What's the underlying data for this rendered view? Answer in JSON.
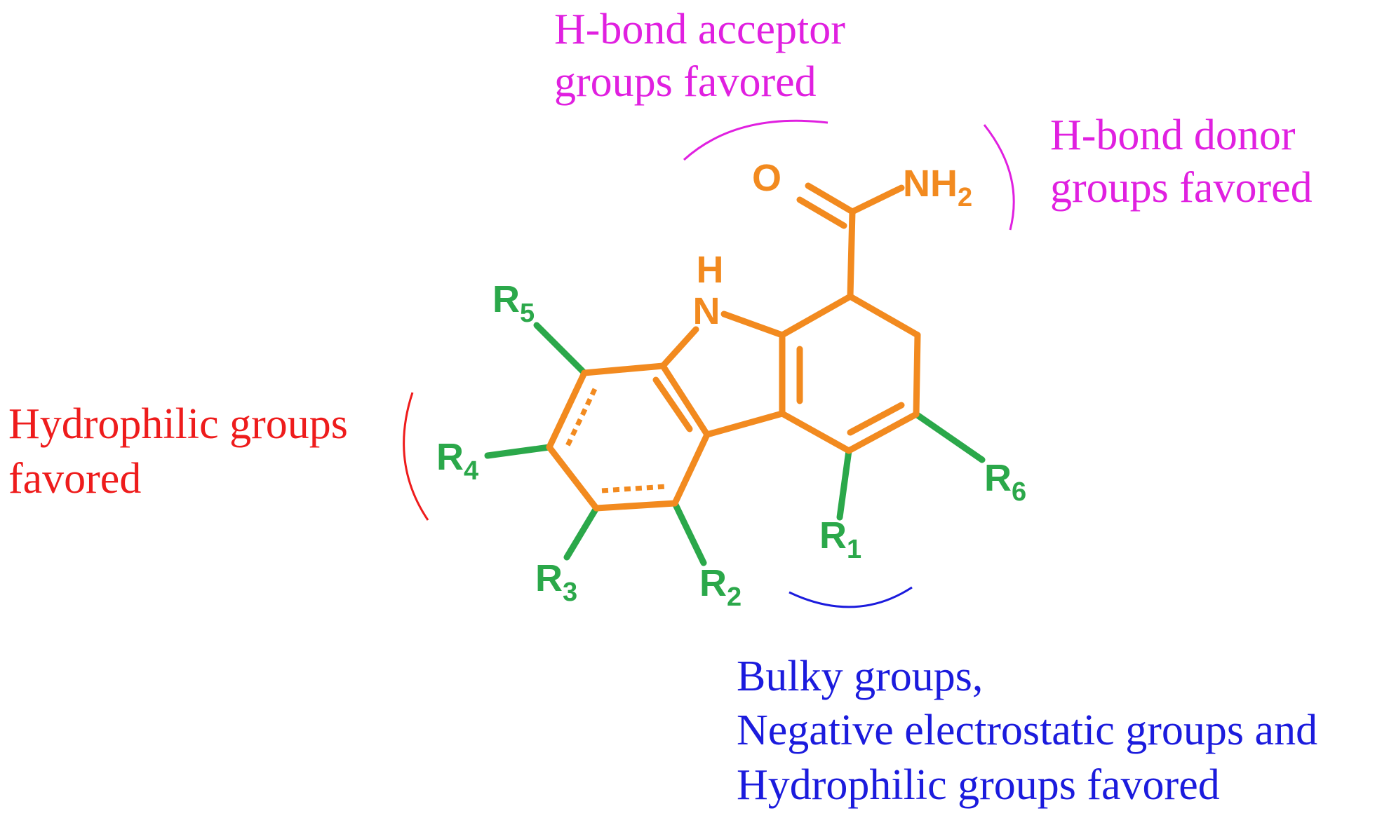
{
  "colors": {
    "scaffold": "#f28a1f",
    "substituent": "#2ba84a",
    "hbond": "#e020e0",
    "hydrophilic": "#ee1c1c",
    "bulky": "#1b1bdd"
  },
  "annotations": {
    "acceptor": {
      "line1": "H-bond acceptor",
      "line2": "groups favored"
    },
    "donor": {
      "line1": "H-bond donor",
      "line2": "groups favored"
    },
    "hydrophilic": {
      "line1": "Hydrophilic groups",
      "line2": "favored"
    },
    "bulky": {
      "line1": "Bulky groups,",
      "line2": "Negative electrostatic groups and",
      "line3": "Hydrophilic groups favored"
    }
  },
  "atoms": {
    "O": "O",
    "NH": "NH",
    "NH_sub": "2",
    "H": "H",
    "N": "N"
  },
  "substituents": {
    "R1": {
      "label": "R",
      "sub": "1"
    },
    "R2": {
      "label": "R",
      "sub": "2"
    },
    "R3": {
      "label": "R",
      "sub": "3"
    },
    "R4": {
      "label": "R",
      "sub": "4"
    },
    "R5": {
      "label": "R",
      "sub": "5"
    },
    "R6": {
      "label": "R",
      "sub": "6"
    }
  }
}
